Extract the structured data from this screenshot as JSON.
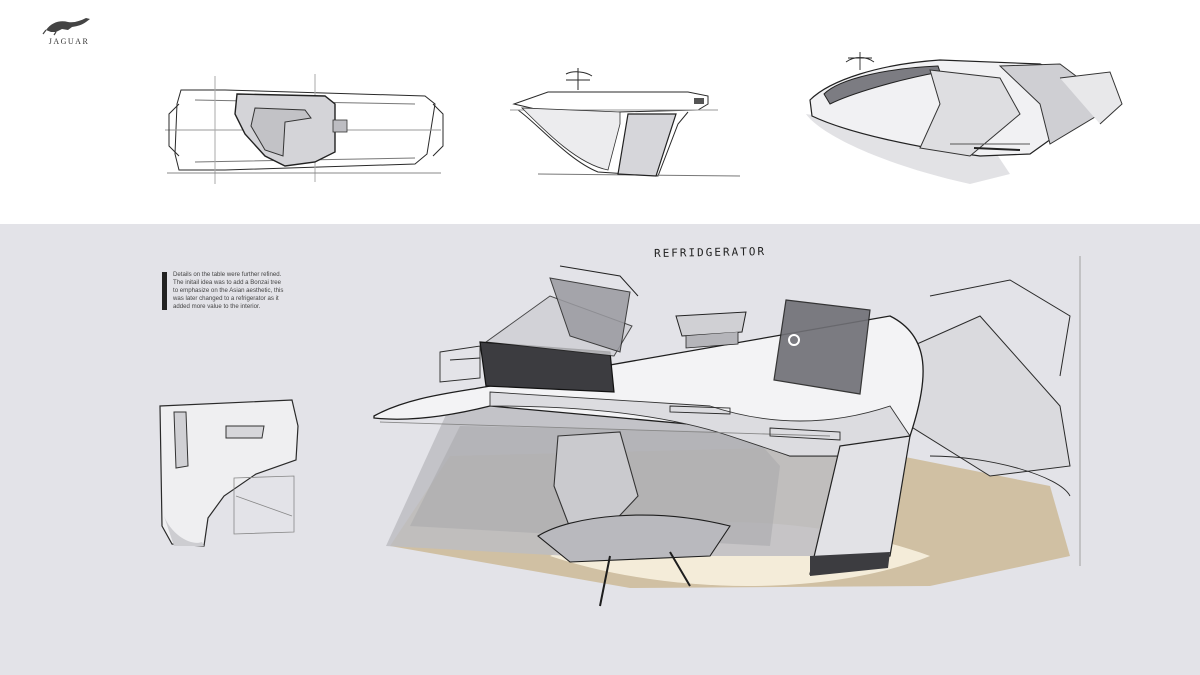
{
  "brand": {
    "name": "JAGUAR",
    "logo_icon": "leaping-jaguar-icon"
  },
  "annotation": {
    "lines": [
      "Details on the table were further refined.",
      "The initail idea was to add a Bonzai tree",
      "to emphasize on the Asian aesthetic, this",
      "was later changed to a refrigerator as it",
      "added more value to the interior."
    ]
  },
  "callout": {
    "label": "REFRIDGERATOR"
  },
  "colors": {
    "top_background": "#ffffff",
    "bottom_background": "#e3e3e8",
    "wood_floor": "#c9b48c",
    "sketch_line": "#2a2a2a",
    "glass_dark": "#3c3c40"
  }
}
